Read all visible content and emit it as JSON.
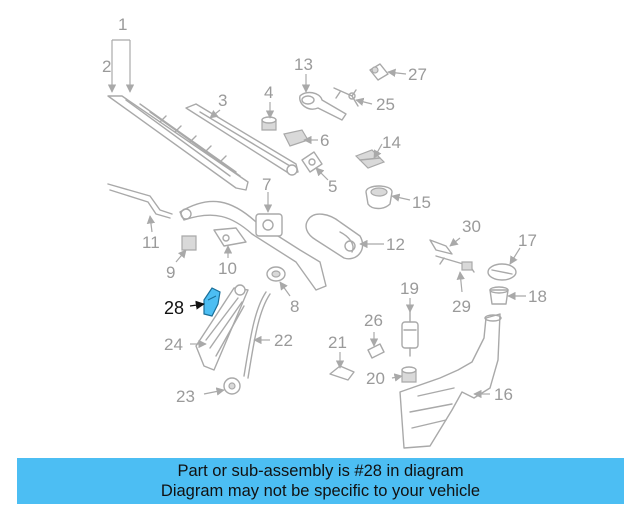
{
  "diagram": {
    "labels": [
      "1",
      "2",
      "3",
      "4",
      "5",
      "6",
      "7",
      "8",
      "9",
      "10",
      "11",
      "12",
      "13",
      "14",
      "15",
      "16",
      "17",
      "18",
      "19",
      "20",
      "21",
      "22",
      "23",
      "24",
      "25",
      "26",
      "27",
      "28",
      "29",
      "30"
    ],
    "highlighted_part": "28",
    "highlight_color": "#4cbef3"
  },
  "caption": {
    "line1": "Part or sub-assembly is #28 in diagram",
    "line2": "Diagram may not be specific to your vehicle",
    "background": "#4cbef3"
  }
}
